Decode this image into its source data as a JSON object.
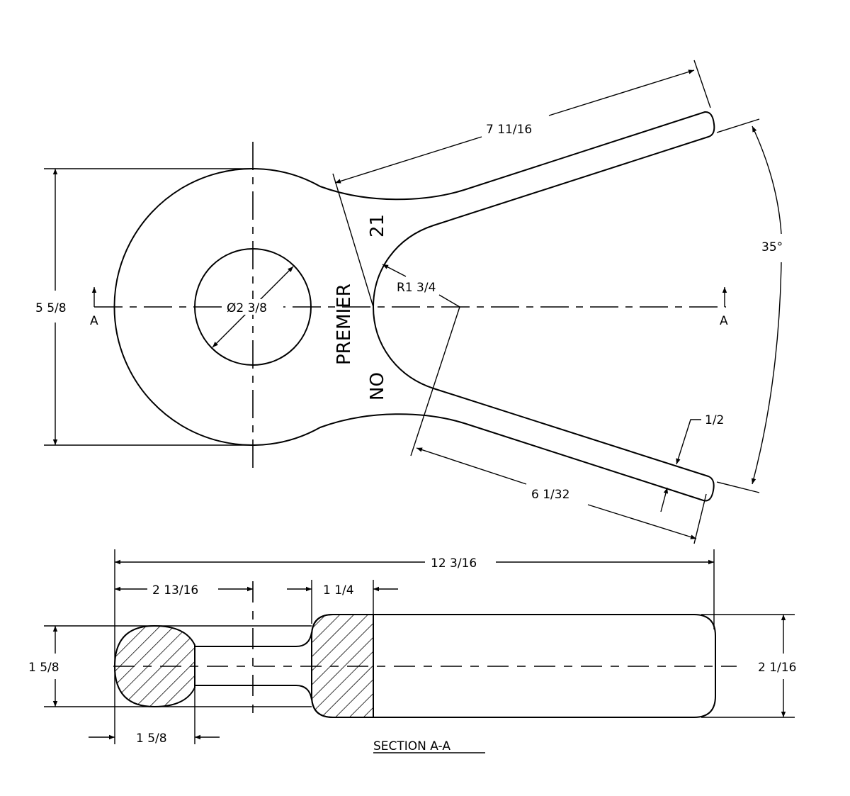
{
  "top_view": {
    "dim_length_upper": "7 11/16",
    "dim_angle": "35°",
    "dim_height": "5 5/8",
    "dim_hole": "Ø2 3/8",
    "dim_radius": "R1 3/4",
    "dim_arm_width": "1/2",
    "dim_length_lower": "6 1/32",
    "section_label_left": "A",
    "section_label_right": "A",
    "engraving_1": "PREMIER",
    "engraving_2": "NO",
    "engraving_3": "21"
  },
  "section_view": {
    "dim_overall": "12 3/16",
    "dim_to_center": "2 13/16",
    "dim_block": "1 1/4",
    "dim_left_height": "1 5/8",
    "dim_right_height": "2 1/16",
    "dim_ring_width": "1 5/8",
    "title": "SECTION A-A"
  }
}
